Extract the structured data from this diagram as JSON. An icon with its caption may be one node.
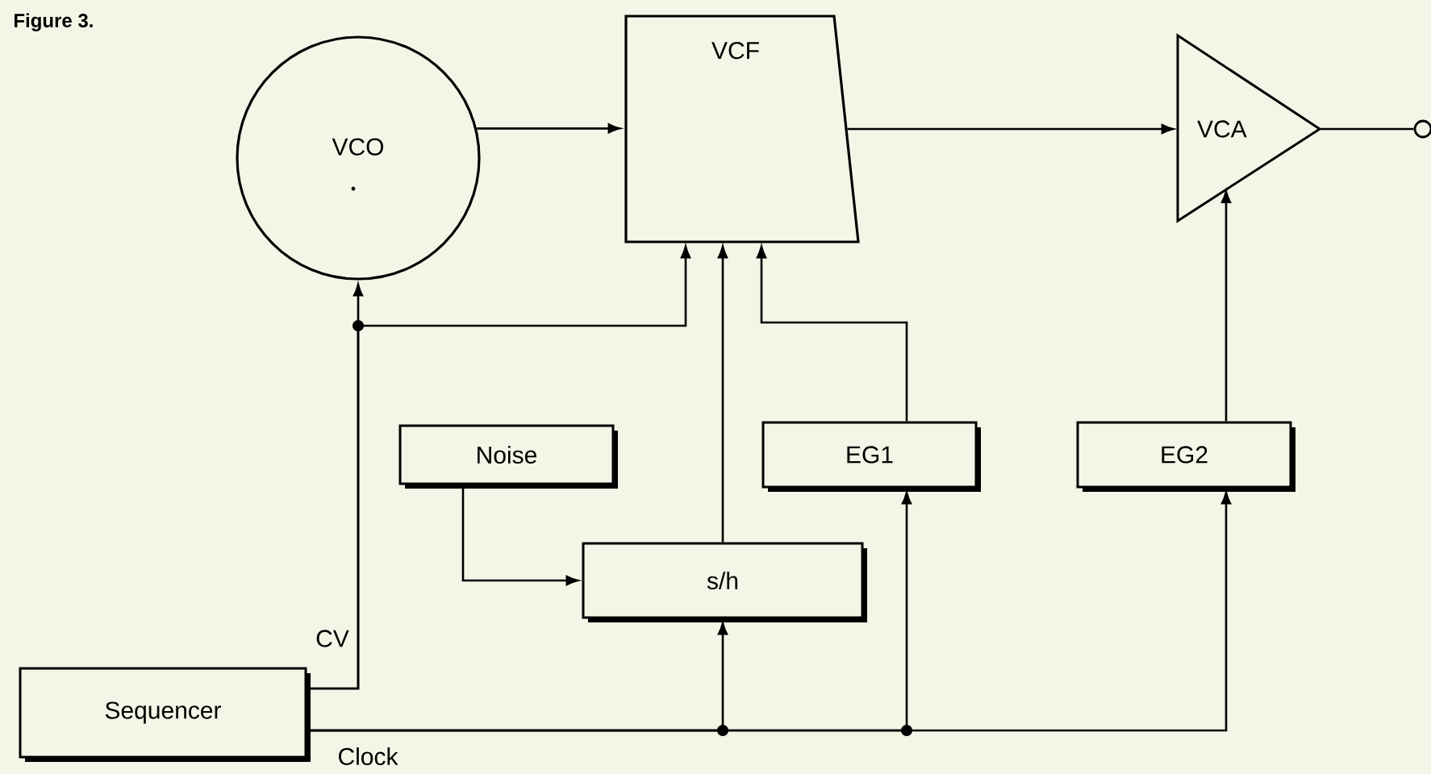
{
  "diagram": {
    "title": "Figure 3.",
    "nodes": [
      {
        "text": [
          "VCO"
        ]
      },
      {
        "text": [
          "VCF"
        ]
      },
      {
        "text": [
          "VCA"
        ]
      },
      {
        "text": [],
        "shape": "circle"
      },
      {
        "text": [
          "Noise"
        ]
      },
      {
        "text": [
          "EG1"
        ]
      },
      {
        "text": [
          "EG2"
        ]
      },
      {
        "text": [
          "s/h"
        ]
      },
      {
        "text": [
          "Sequencer"
        ]
      }
    ],
    "edges": [
      {
        "from": 0,
        "to": 1,
        "arrow": "to"
      },
      {
        "from": 1,
        "to": 2,
        "arrow": "to"
      },
      {
        "from": 2,
        "to": 3,
        "arrow": "none"
      },
      {
        "from": 8,
        "to": 0,
        "arrow": "to",
        "label": "CV"
      },
      {
        "from": 8,
        "to": 1,
        "arrow": "to"
      },
      {
        "from": 4,
        "to": 7,
        "arrow": "to"
      },
      {
        "from": 7,
        "to": 1,
        "arrow": "to"
      },
      {
        "from": 5,
        "to": 1,
        "arrow": "to"
      },
      {
        "from": 8,
        "to": 7,
        "arrow": "to",
        "label": "Clock"
      },
      {
        "from": 8,
        "to": 5,
        "arrow": "to"
      },
      {
        "from": 8,
        "to": 6,
        "arrow": "to"
      },
      {
        "from": 6,
        "to": 2,
        "arrow": "to"
      }
    ]
  }
}
